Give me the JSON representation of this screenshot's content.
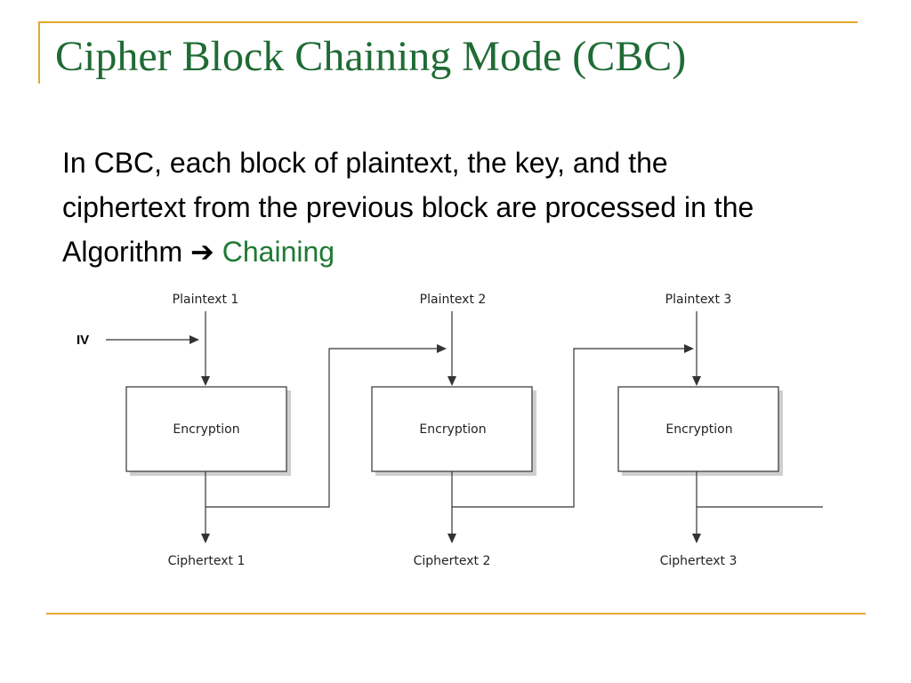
{
  "slide": {
    "title": "Cipher Block Chaining Mode (CBC)",
    "body_line1": "In CBC, each block of plaintext, the key, and the",
    "body_line2": "ciphertext from the previous block are processed in the",
    "body_line3_lead": "Algorithm",
    "arrow_glyph": "➔",
    "body_highlight": "Chaining"
  },
  "colors": {
    "title": "#1f6b34",
    "accent_rule": "#e3a82b",
    "highlight": "#1f7a34"
  },
  "diagram": {
    "iv_label": "IV",
    "blocks": [
      {
        "plaintext": "Plaintext 1",
        "operation": "Encryption",
        "ciphertext": "Ciphertext 1"
      },
      {
        "plaintext": "Plaintext 2",
        "operation": "Encryption",
        "ciphertext": "Ciphertext 2"
      },
      {
        "plaintext": "Plaintext 3",
        "operation": "Encryption",
        "ciphertext": "Ciphertext 3"
      }
    ]
  }
}
